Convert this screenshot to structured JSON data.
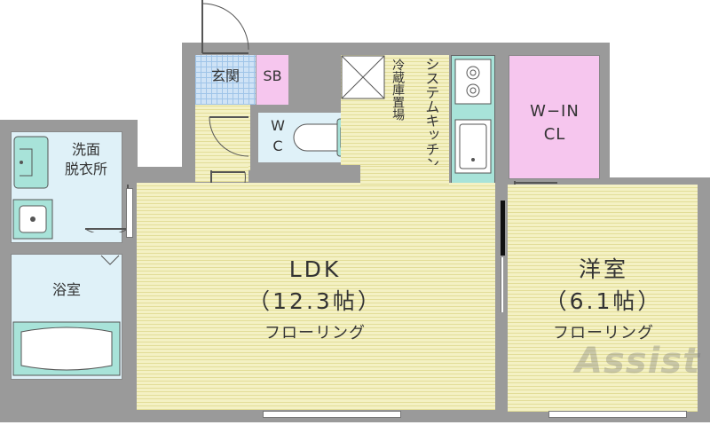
{
  "rooms": {
    "genkan": "玄関",
    "shoe_box": "SB",
    "wc_line1": "W",
    "wc_line2": "C",
    "senmen_line1": "洗面",
    "senmen_line2": "脱衣所",
    "bath": "浴室",
    "fridge": "冷蔵庫置場",
    "kitchen": "システムキッチン",
    "wic_line1": "W−IN",
    "wic_line2": "CL",
    "ldk_name": "LDK",
    "ldk_size": "（12.3帖）",
    "ldk_floor": "フローリング",
    "yoshitsu_name": "洋室",
    "yoshitsu_size": "（6.1帖）",
    "yoshitsu_floor": "フローリング"
  },
  "watermark": "Assist",
  "colors": {
    "wall": "#9a9a9a",
    "flooring": "#f4f1c4",
    "tile": "#cfe3f6",
    "wet_area": "#dff1f8",
    "closet": "#f6c6ee",
    "fixture": "#a8e3d9"
  }
}
